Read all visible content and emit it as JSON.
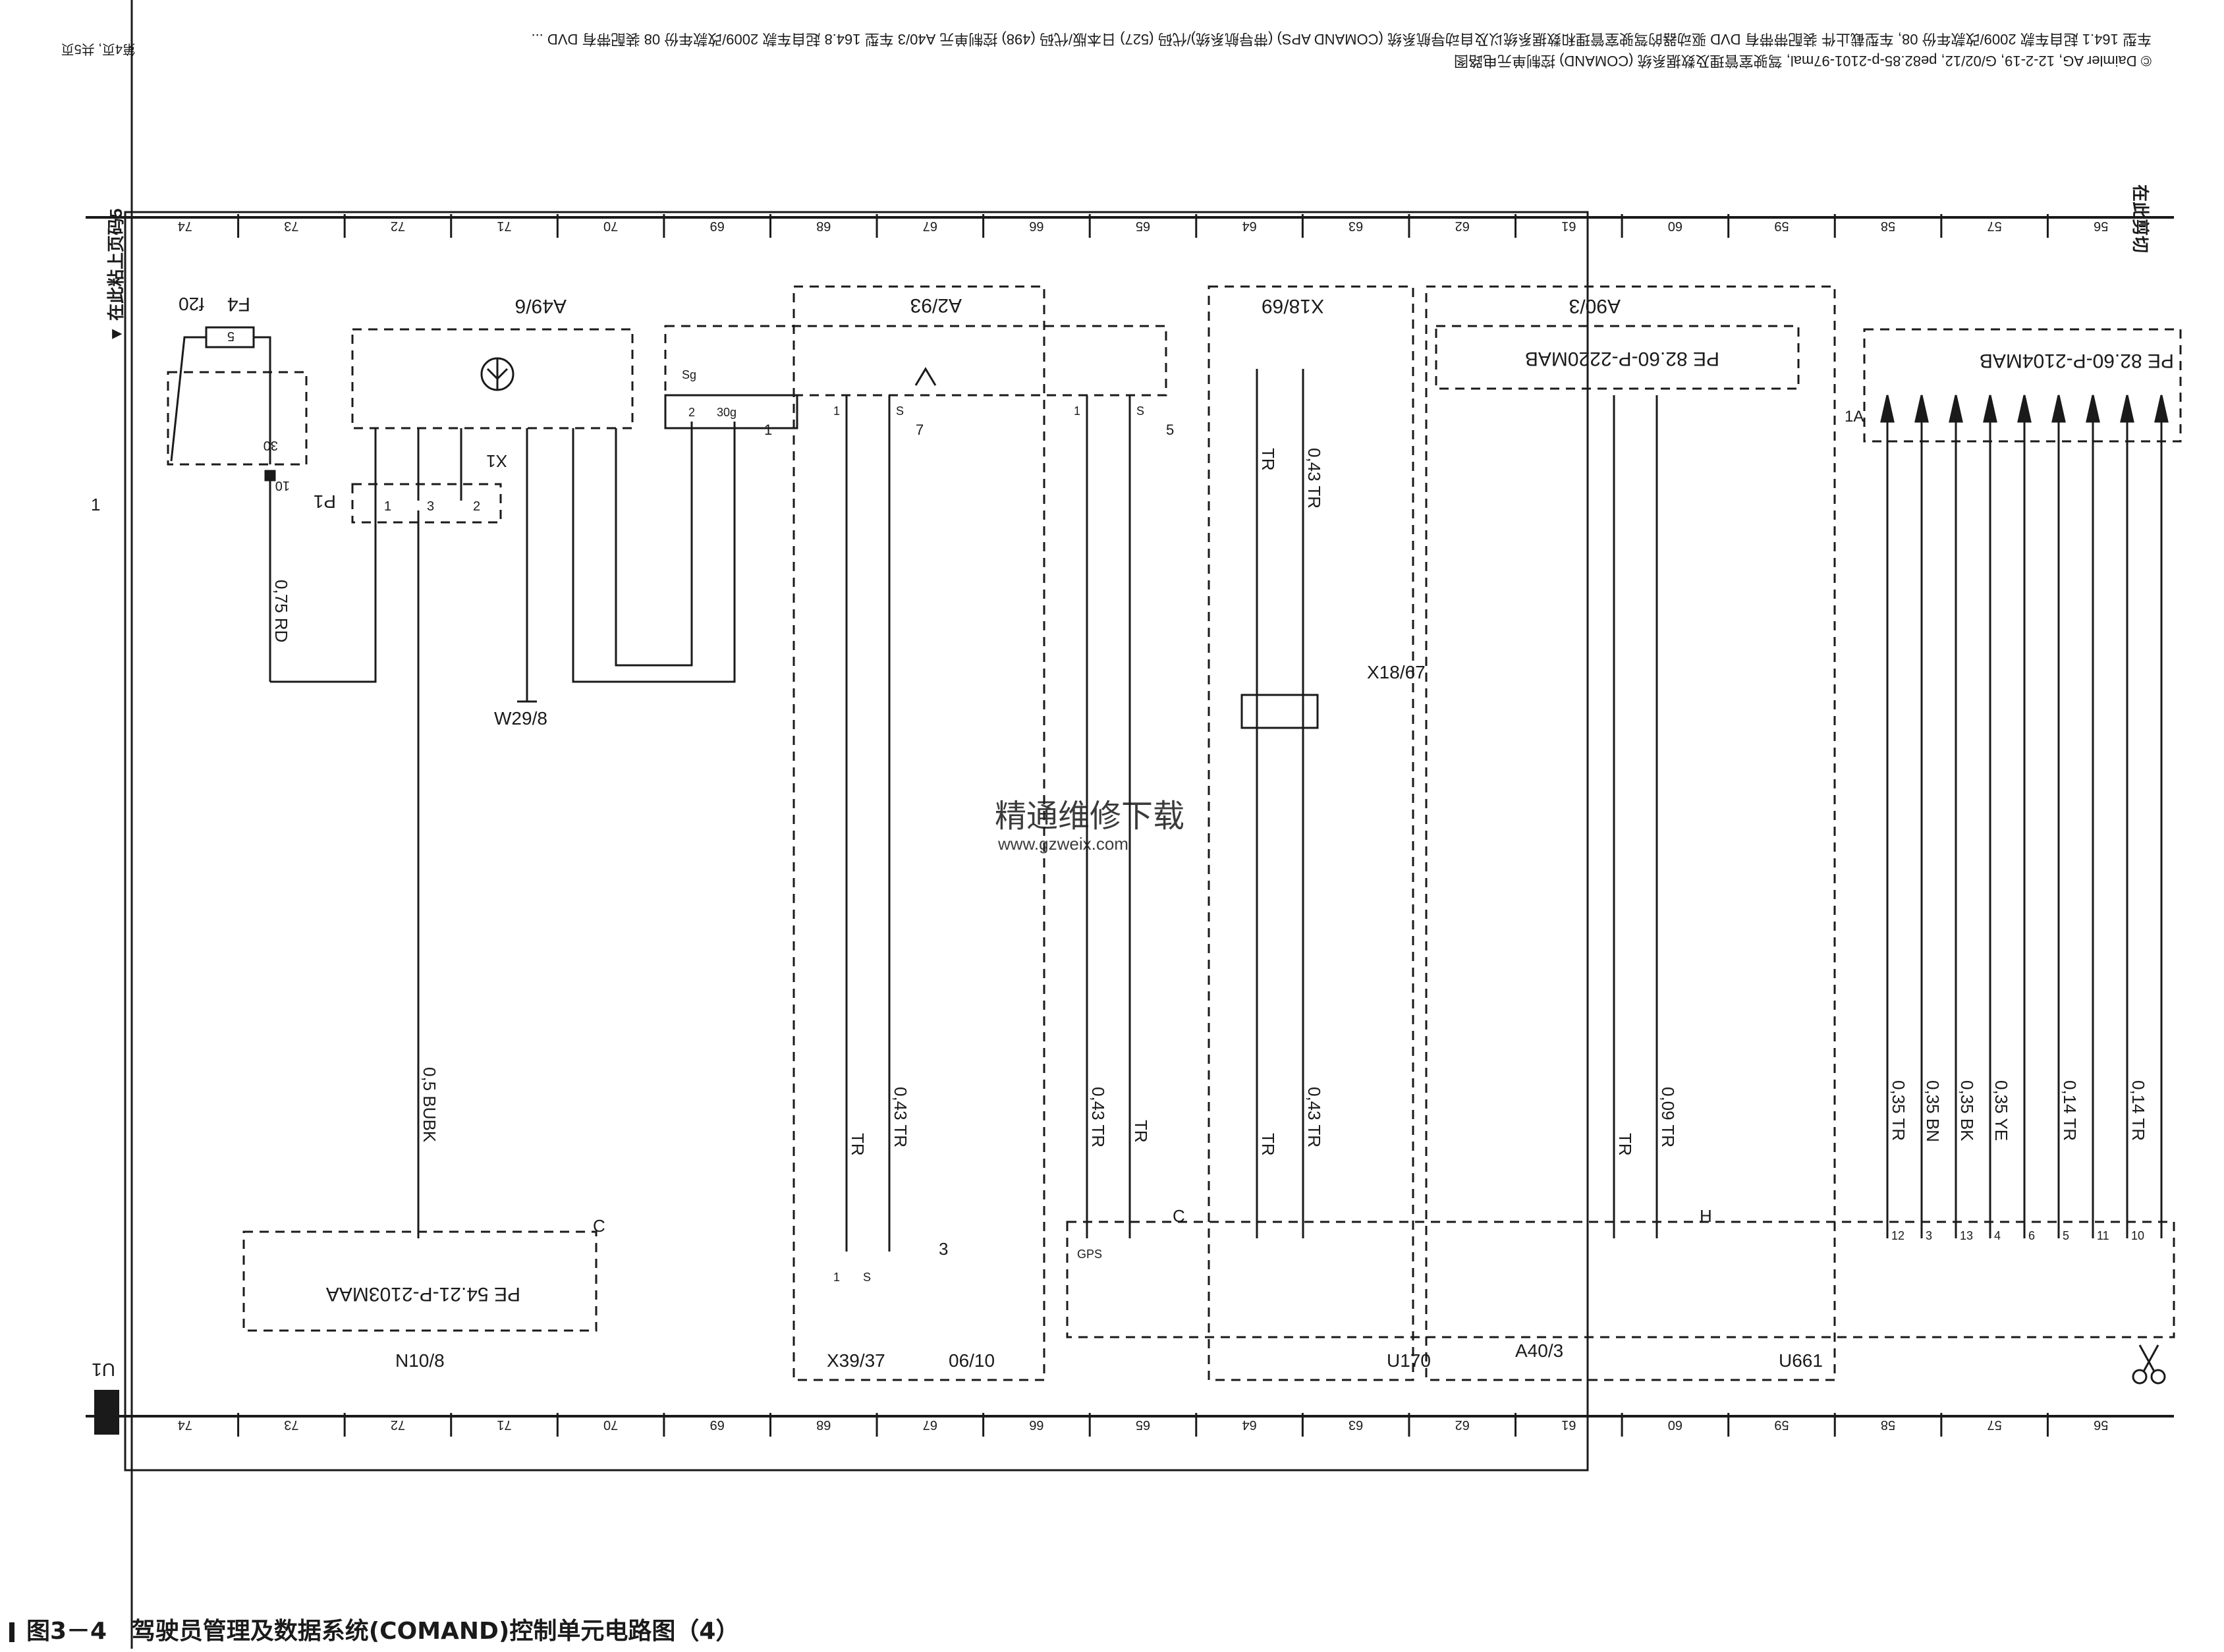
{
  "header": {
    "copyright_line": "© Daimler AG, 12-2-19, G/02/12, pe82.85-p-2101-97mal, 驾驶室管理及数据系统 (COMAND) 控制单元电路图",
    "model_line": "车型 164.1 起自车款 2009/改款年份 08, 车型截止件 装配带带有 DVD 驱动器的驾驶室管理和数据系统以及自动导航系统 (COMAND APS) (带导航系统)/代码 (527) 日本版/代码 (498) 控制单元 A40/3 车型 164.8 起自车款 2009/改款年份 08 装配带有 DVD ...",
    "page_label": "第4页, 共5页"
  },
  "margin": {
    "left_note": "▼ 在此粘上页码5",
    "right_note": "在此剪切",
    "left_row_number": "1",
    "bottom_left_tag": "U1"
  },
  "ruler": {
    "cells": [
      "74",
      "73",
      "72",
      "71",
      "70",
      "69",
      "68",
      "67",
      "66",
      "65",
      "64",
      "63",
      "62",
      "61",
      "60",
      "59",
      "58",
      "57",
      "56"
    ]
  },
  "components": {
    "f4": "F4",
    "f4_value": "f20",
    "f4_fuse": "5",
    "a49_6": "A49/6",
    "p1": "P1",
    "x1": "X1",
    "a2_93": "A2/93",
    "x18_69": "X18/69",
    "a90_3": "A90/3",
    "x18_67": "X18/67",
    "w29_8": "W29/8",
    "n10_8": "N10/8",
    "x39_37": "X39/37",
    "x39_ref": "06/10",
    "u170": "U170",
    "a40_3": "A40/3",
    "u661": "U661"
  },
  "pe_refs": {
    "a90": "PE 82.60-P-2220MAB",
    "right": "PE 82.60-P-2104MAB",
    "n10": "PE 54.21-P-2103MAA"
  },
  "wires": {
    "rd": "0,75 RD",
    "bubk": "0,5 BUBK",
    "tr_043": "0,43 TR",
    "tr": "TR",
    "tr_009": "0,09 TR",
    "tr_035": "0,35 TR",
    "bn_035": "0,35 BN",
    "bk_035": "0,35 BK",
    "ye_035": "0,35 YE",
    "tr_014": "0,14 TR"
  },
  "pins": {
    "p10": "10",
    "p30": "30",
    "p1": "1",
    "p2": "2",
    "p3": "3",
    "p4": "4",
    "p5": "5",
    "p6": "6",
    "p7": "7",
    "p11": "11",
    "p12": "12",
    "p13": "13",
    "pS": "S",
    "pSg": "Sg",
    "p30g": "30g",
    "pH": "H",
    "pC": "C",
    "p1A": "1A",
    "pGPS": "GPS"
  },
  "watermark": {
    "cn": "精通维修下载",
    "url": "www.gzweix.com",
    "color": "#e8703a"
  },
  "caption": {
    "figure": "图3－4",
    "title": "驾驶员管理及数据系统(COMAND)控制单元电路图（4）"
  }
}
